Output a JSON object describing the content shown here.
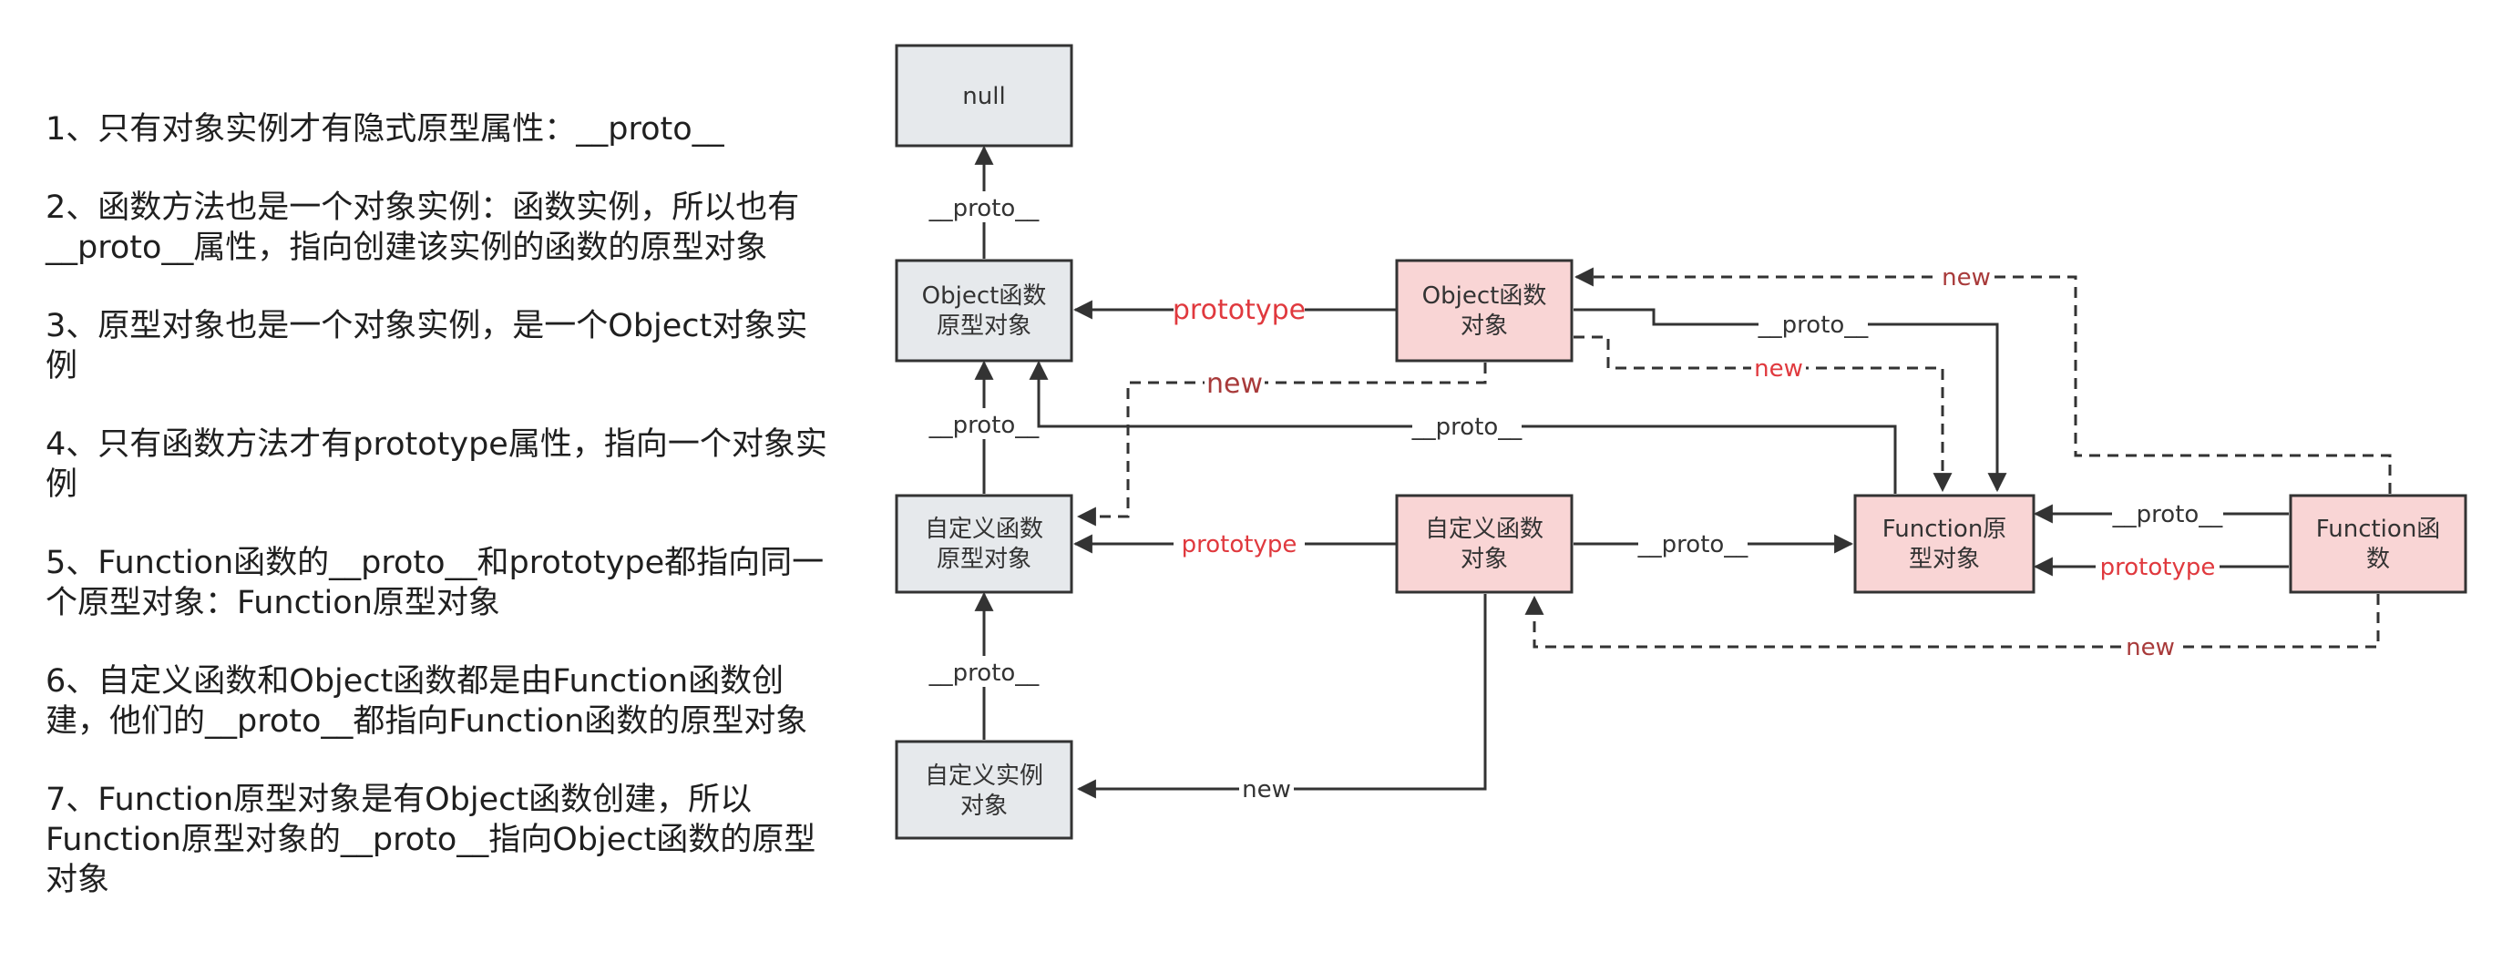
{
  "notes": [
    "1、只有对象实例才有隐式原型属性：__proto__",
    "2、函数方法也是一个对象实例：函数实例，所以也有__proto__属性，指向创建该实例的函数的原型对象",
    "3、原型对象也是一个对象实例，是一个Object对象实例",
    "4、只有函数方法才有prototype属性，指向一个对象实例",
    "5、Function函数的__proto__和prototype都指向同一个原型对象：Function原型对象",
    "6、自定义函数和Object函数都是由Function函数创建，他们的__proto__都指向Function函数的原型对象",
    "7、Function原型对象是有Object函数创建，所以Function原型对象的__proto__指向Object函数的原型对象"
  ],
  "nodes": {
    "null": [
      "null"
    ],
    "obj_proto": [
      "Object函数",
      "原型对象"
    ],
    "obj_func": [
      "Object函数",
      "对象"
    ],
    "custom_proto": [
      "自定义函数",
      "原型对象"
    ],
    "custom_func": [
      "自定义函数",
      "对象"
    ],
    "func_proto": [
      "Function原",
      "型对象"
    ],
    "func_func": [
      "Function函",
      "数"
    ],
    "custom_instance": [
      "自定义实例",
      "对象"
    ]
  },
  "labels": {
    "proto": "__proto__",
    "prototype": "prototype",
    "new": "new"
  },
  "colors": {
    "gray_box": "#e6e9ec",
    "pink_box": "#f9d5d5",
    "edge": "#333333",
    "red_label": "#e0393e"
  }
}
